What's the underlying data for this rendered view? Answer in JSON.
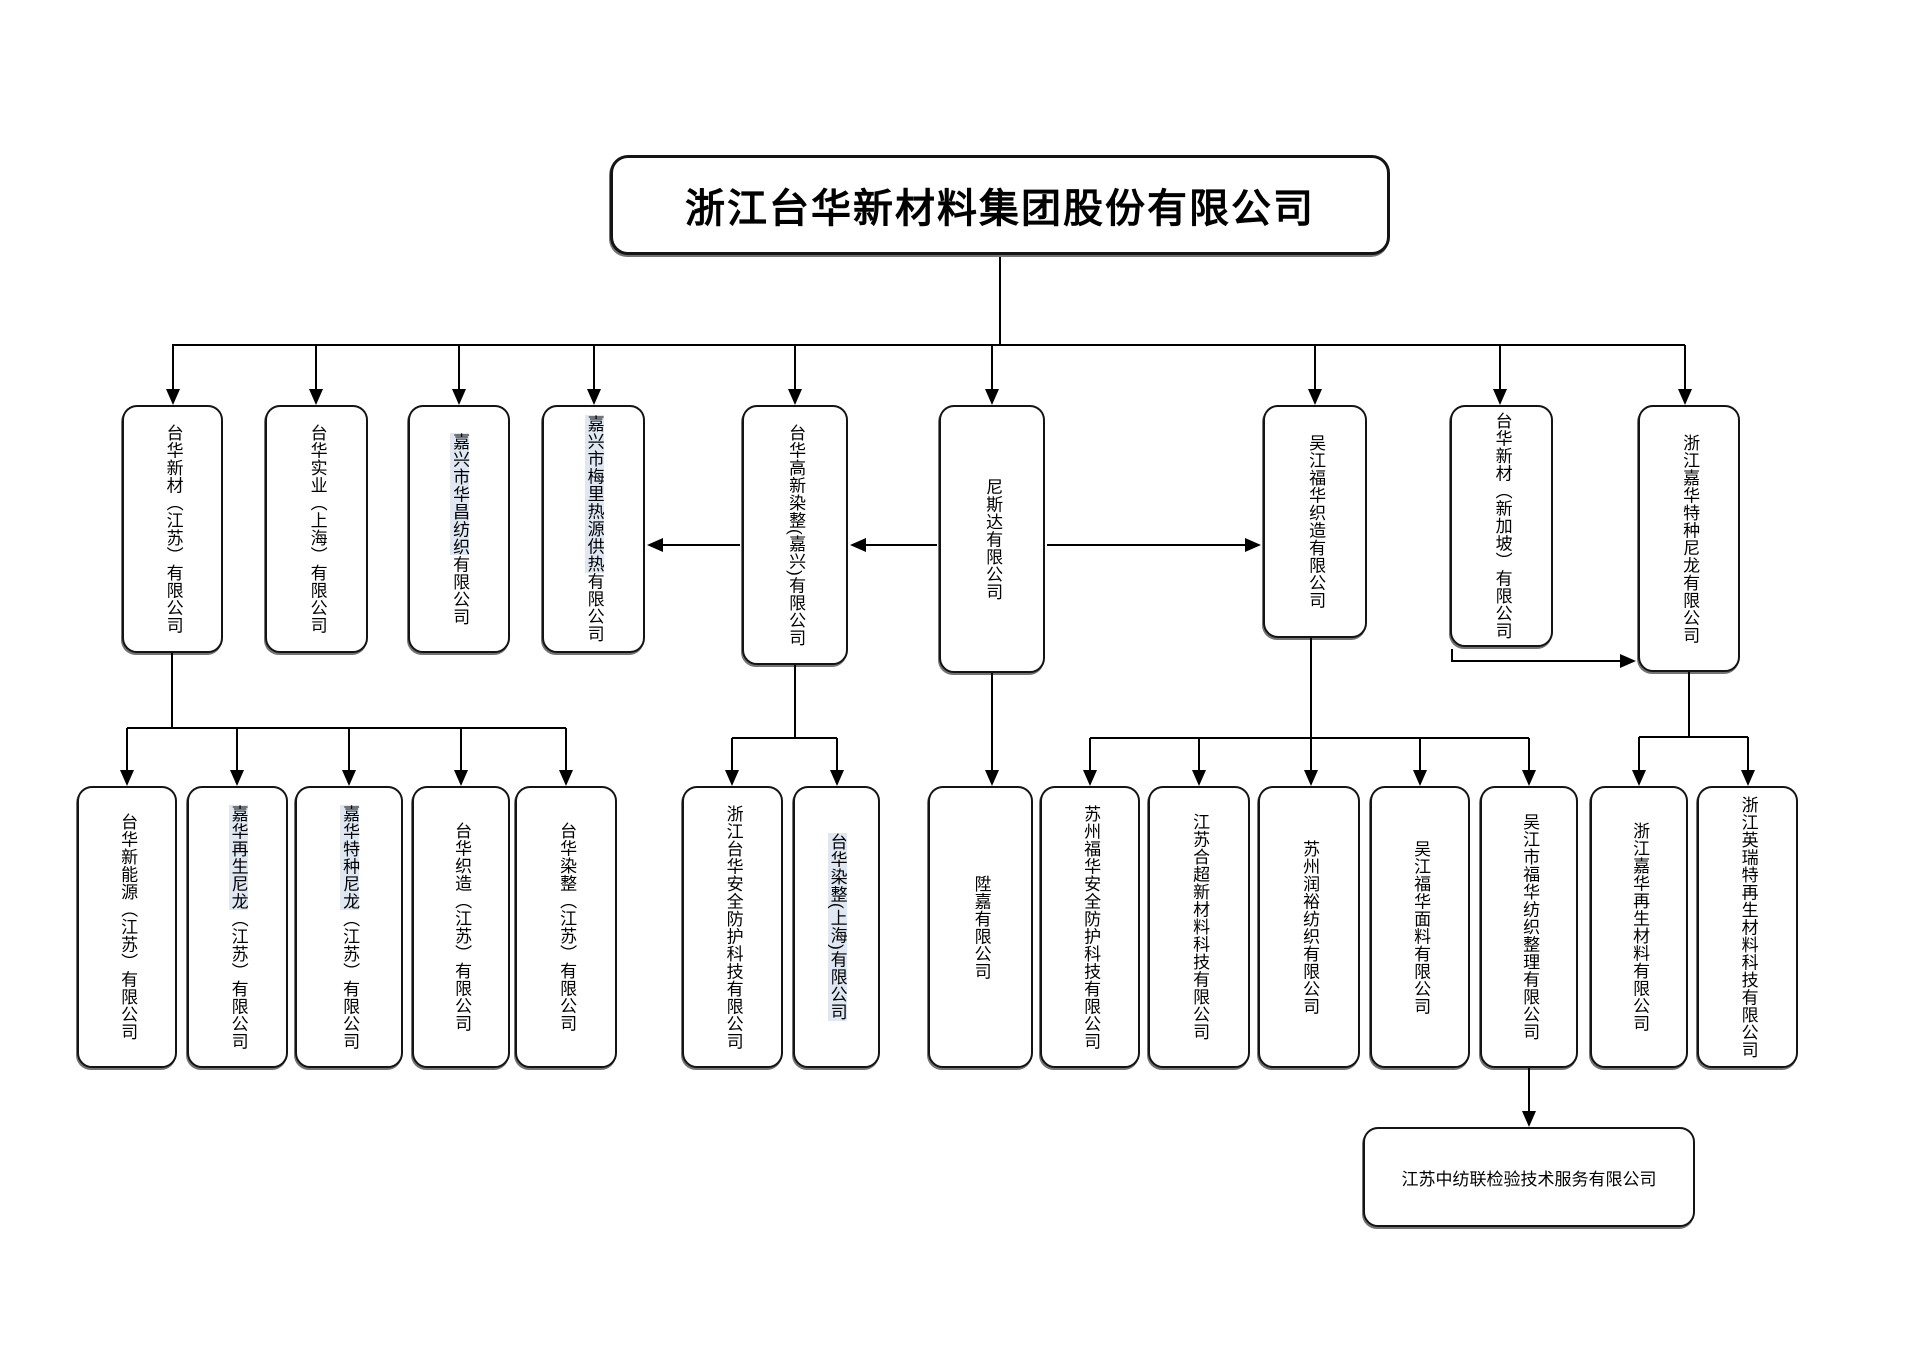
{
  "title": {
    "name": "浙江台华新材料集团股份有限公司"
  },
  "level2": [
    {
      "hl": "",
      "rest": "台华新材（江苏）有限公司"
    },
    {
      "hl": "",
      "rest": "台华实业（上海）有限公司"
    },
    {
      "hl": "嘉兴市华昌纺织",
      "rest": "有限公司"
    },
    {
      "hl": "嘉兴市梅里热源供热",
      "rest": "有限公司"
    },
    {
      "hl": "",
      "rest": "台华高新染整(嘉兴)有限公司"
    },
    {
      "hl": "",
      "rest": "尼斯达有限公司"
    },
    {
      "hl": "",
      "rest": "吴江福华织造有限公司"
    },
    {
      "hl": "",
      "rest": "台华新材（新加坡）有限公司"
    },
    {
      "hl": "",
      "rest": "浙江嘉华特种尼龙有限公司"
    }
  ],
  "level3": [
    {
      "hl": "",
      "rest": "台华新能源（江苏）有限公司"
    },
    {
      "hl": "嘉华再生尼龙",
      "rest": "（江苏）有限公司"
    },
    {
      "hl": "嘉华特种尼龙",
      "rest": "（江苏）有限公司"
    },
    {
      "hl": "",
      "rest": "台华织造（江苏）有限公司"
    },
    {
      "hl": "",
      "rest": "台华染整（江苏）有限公司"
    },
    {
      "hl": "",
      "rest": "浙江台华安全防护科技有限公司"
    },
    {
      "hl": "台华染整(上海)有限公司",
      "rest": ""
    },
    {
      "hl": "",
      "rest": "陞嘉有限公司"
    },
    {
      "hl": "",
      "rest": "苏州福华安全防护科技有限公司"
    },
    {
      "hl": "",
      "rest": "江苏合超新材料科技有限公司"
    },
    {
      "hl": "",
      "rest": "苏州润裕纺织有限公司"
    },
    {
      "hl": "",
      "rest": "吴江福华面料有限公司"
    },
    {
      "hl": "",
      "rest": "吴江市福华纺织整理有限公司"
    },
    {
      "hl": "",
      "rest": "浙江嘉华再生材料有限公司"
    },
    {
      "hl": "",
      "rest": "浙江英瑞特再生材料科技有限公司"
    }
  ],
  "level4": {
    "name": "江苏中纺联检验技术服务有限公司"
  },
  "colors": {
    "line": "#000000",
    "border": "#141414",
    "highlight": "#dfe8f2"
  }
}
